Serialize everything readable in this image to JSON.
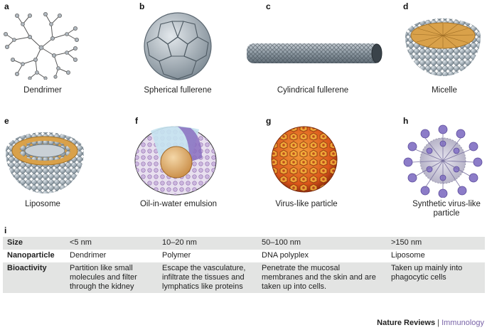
{
  "panels": [
    {
      "letter": "a",
      "caption": "Dendrimer"
    },
    {
      "letter": "b",
      "caption": "Spherical fullerene"
    },
    {
      "letter": "c",
      "caption": "Cylindrical fullerene"
    },
    {
      "letter": "d",
      "caption": "Micelle"
    },
    {
      "letter": "e",
      "caption": "Liposome"
    },
    {
      "letter": "f",
      "caption": "Oil-in-water emulsion"
    },
    {
      "letter": "g",
      "caption": "Virus-like particle"
    },
    {
      "letter": "h",
      "caption": "Synthetic virus-like particle"
    }
  ],
  "table": {
    "letter": "i",
    "rows": [
      {
        "header": "Size",
        "cells": [
          "<5 nm",
          "10–20 nm",
          "50–100 nm",
          ">150 nm"
        ]
      },
      {
        "header": "Nanoparticle",
        "cells": [
          "Dendrimer",
          "Polymer",
          "DNA polyplex",
          "Liposome"
        ]
      },
      {
        "header": "Bioactivity",
        "cells": [
          "Partition like small molecules and filter through the kidney",
          "Escape the vasculature, infiltrate the tissues and lymphatics like proteins",
          "Penetrate the mucosal membranes and the skin and are taken up into cells.",
          "Taken up mainly into phagocytic cells"
        ]
      }
    ]
  },
  "footer": {
    "journal": "Nature Reviews",
    "separator": "|",
    "field": "Immunology"
  },
  "colors": {
    "sphere": "#9aa7b0",
    "lipid": "#d9a14a",
    "virus": "#e0681a",
    "synthetic": "#8c7cc8",
    "oil": "#e2b27a",
    "accent": "#7a64a8"
  }
}
